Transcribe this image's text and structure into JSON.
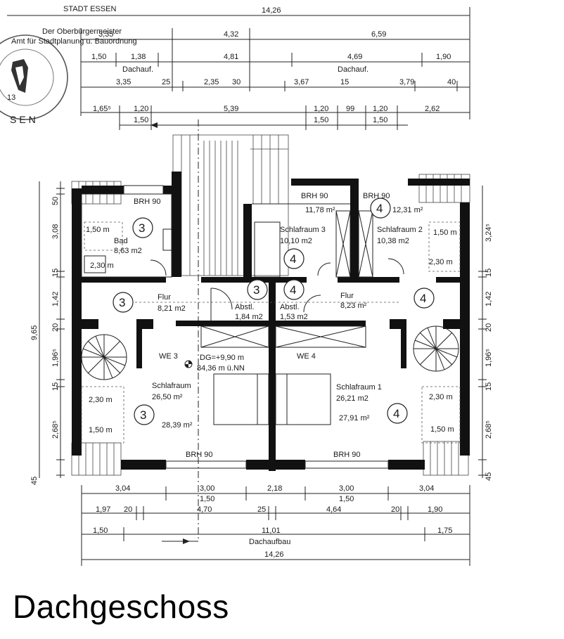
{
  "caption": "Dachgeschoss",
  "stamp": {
    "lines": [
      "STADT ESSEN",
      "Der Oberbürgermeister",
      "Amt für Stadtplanung u. Bauordnung"
    ],
    "ring_text": [
      "13",
      "SEN"
    ]
  },
  "top_dims": {
    "row1": [
      "14,26"
    ],
    "row2": [
      "3,35",
      "4,32",
      "6,59"
    ],
    "row3": [
      "1,50",
      "1,38",
      "4,81",
      "4,69",
      "1,90"
    ],
    "row3_sub": [
      "Dachauf.",
      "Dachauf."
    ],
    "row4": [
      "3,35",
      "25",
      "2,35",
      "30",
      "3,67",
      "15",
      "3,79",
      "40"
    ],
    "row5": [
      "1,65⁵",
      "1,20",
      "5,39",
      "1,20",
      "99",
      "1,20",
      "2,62"
    ],
    "row6": [
      "1,50",
      "1,50",
      "1,50"
    ]
  },
  "left_dims": [
    "50",
    "3,08",
    "15",
    "1,42",
    "9,65",
    "20",
    "1,96⁵",
    "15",
    "2,68⁵",
    "45"
  ],
  "right_dims": [
    "3,24⁵",
    "15",
    "1,42",
    "20",
    "1,96⁵",
    "15",
    "2,68⁵",
    "45"
  ],
  "bottom_dims": {
    "row1": [
      "3,04",
      "3,00",
      "2,18",
      "3,00",
      "3,04"
    ],
    "row1_sub": [
      "1,50",
      "1,50"
    ],
    "row2": [
      "1,97",
      "20",
      "4,70",
      "25",
      "4,64",
      "20",
      "1,90"
    ],
    "row3": [
      "1,50",
      "11,01",
      "1,75"
    ],
    "row3_sub": [
      "Dachaufbau"
    ],
    "row4": [
      "14,26"
    ]
  },
  "rooms": {
    "bad": {
      "name": "Bad",
      "area": "8,63 m2",
      "note": "1,50 m",
      "note2": "2,30 m",
      "unit": "3"
    },
    "flur3": {
      "name": "Flur",
      "area": "8,21 m2",
      "unit": "3"
    },
    "abst3": {
      "name": "Abstl.",
      "area": "1,84 m2",
      "unit": "3"
    },
    "abst4": {
      "name": "Abstl.",
      "area": "1,53 m2",
      "unit": "4"
    },
    "flur4": {
      "name": "Flur",
      "area": "8,23 m²",
      "unit": "4"
    },
    "schlaf3": {
      "name": "Schlafraum 3",
      "area": "10,10 m2",
      "top_area": "11,78 m²",
      "brh": "BRH 90",
      "unit": "4"
    },
    "schlaf2": {
      "name": "Schlafraum 2",
      "area": "10,38 m2",
      "top_area": "12,31 m²",
      "brh": "BRH 90",
      "note": "1,50 m",
      "note2": "2,30 m",
      "unit": "4"
    },
    "schlafL": {
      "name": "Schlafraum",
      "area": "26,50 m²",
      "area2": "28,39 m²",
      "note": "2,30 m",
      "note2": "1,50 m",
      "unit": "3",
      "we": "WE 3"
    },
    "schlaf1": {
      "name": "Schlafraum 1",
      "area": "26,21 m2",
      "area2": "27,91 m²",
      "note": "2,30 m",
      "note2": "1,50 m",
      "unit": "4",
      "we": "WE 4"
    },
    "flur_left_unit": "3",
    "flur_right_unit": "4"
  },
  "brh_top_left": "BRH 90",
  "brh_bottom": [
    "BRH 90",
    "BRH 90"
  ],
  "elevation": {
    "line1": "DG=+9,90 m",
    "line2": "84,36 m ü.NN"
  }
}
